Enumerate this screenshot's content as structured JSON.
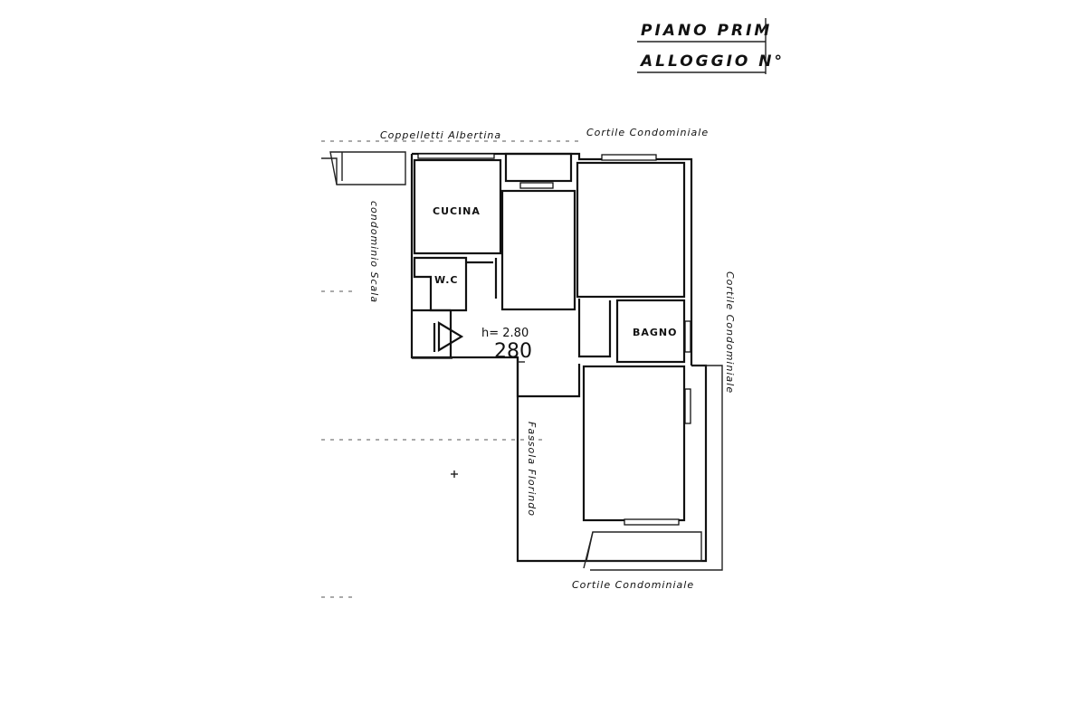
{
  "header": {
    "floor_label": "PIANO PRIM",
    "unit_label": "ALLOGGIO N°"
  },
  "neighbours": {
    "top_left": "Coppelletti Albertina",
    "top_right": "Cortile Condominiale",
    "right": "Cortile Condominiale",
    "bottom": "Cortile Condominiale",
    "left": "condominio Scala",
    "inner": "Fassola Florindo"
  },
  "rooms": {
    "kitchen": "CUCINA",
    "wc": "W.C",
    "bathroom": "BAGNO"
  },
  "ceiling": {
    "printed": "h= 2.80",
    "handwritten": "280"
  }
}
